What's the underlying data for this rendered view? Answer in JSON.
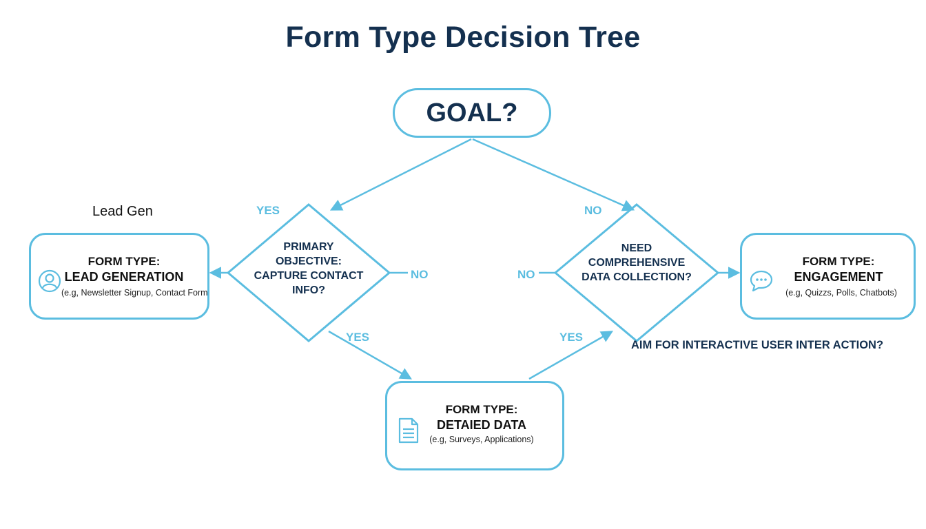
{
  "title": "Form Type Decision Tree",
  "goal": "GOAL?",
  "side_label": "Lead Gen",
  "diamonds": {
    "left": {
      "lines": [
        "PRIMARY",
        "OBJECTIVE:",
        "CAPTURE CONTACT",
        "INFO?"
      ]
    },
    "right": {
      "lines": [
        "NEED",
        "COMPREHENSIVE",
        "DATA COLLECTION?"
      ]
    }
  },
  "branches": {
    "goal_left": "YES",
    "goal_right": "NO",
    "left_no": "NO",
    "right_no": "NO",
    "left_yes": "YES",
    "right_yes": "YES"
  },
  "boxes": {
    "lead": {
      "line1": "FORM TYPE:",
      "line2": "LEAD GENERATION",
      "line3": "(e.g, Newsletter Signup, Contact Form",
      "icon": "user-icon"
    },
    "engagement": {
      "line1": "FORM TYPE:",
      "line2": "ENGAGEMENT",
      "line3": "(e.g, Quizzs, Polls, Chatbots)",
      "icon": "chat-icon"
    },
    "detailed": {
      "line1": "FORM TYPE:",
      "line2": "DETAIED DATA",
      "line3": "(e.g, Surveys, Applications)",
      "icon": "document-icon"
    }
  },
  "question": "AIM FOR INTERACTIVE USER INTER ACTION?",
  "colors": {
    "accent": "#5bbde0",
    "dark": "#14304f",
    "text": "#111111"
  }
}
